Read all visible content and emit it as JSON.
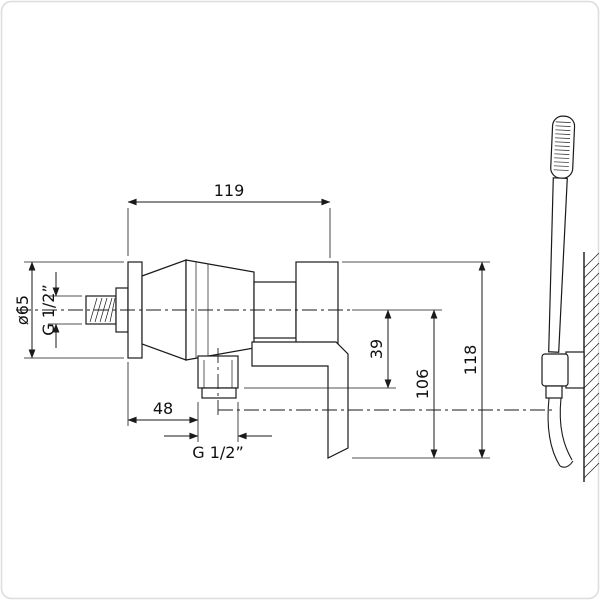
{
  "meta": {
    "background_color": "#ffffff",
    "line_color": "#1a1a1a",
    "drawing_type": "shower-mixer-technical-drawing"
  },
  "dimensions": {
    "top_width": "119",
    "flange_diameter": "ø65",
    "inlet_thread": "G 1/2”",
    "outlet_offset": "48",
    "outlet_thread": "G 1/2”",
    "center_to_outlet": "39",
    "center_to_lever_bottom": "106",
    "total_height": "118"
  }
}
